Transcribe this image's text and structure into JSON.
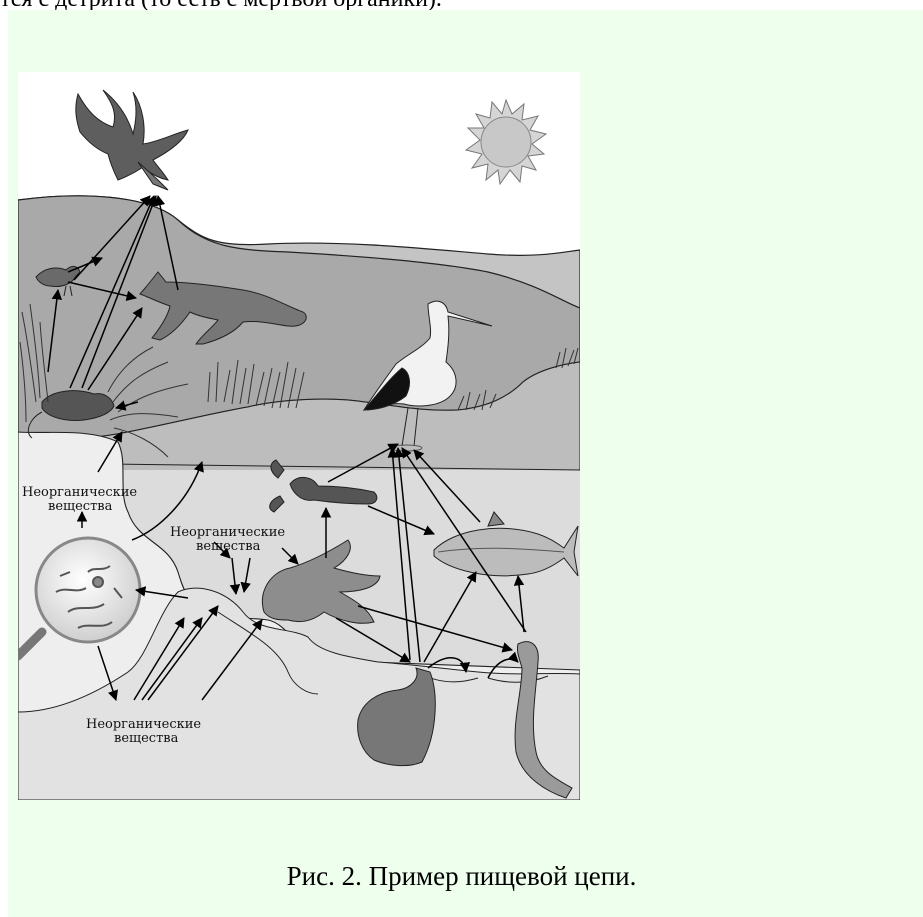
{
  "page": {
    "top_text": "тся с детрита (то есть с мертвой органики).",
    "caption": "Рис. 2. Пример пищевой цепи."
  },
  "diagram": {
    "labels": {
      "inorganic_1_line1": "Неорганические",
      "inorganic_1_line2": "вещества",
      "inorganic_2_line1": "Неорганические",
      "inorganic_2_line2": "вещества",
      "inorganic_3_line1": "Неорганические",
      "inorganic_3_line2": "вещества"
    },
    "organisms": [
      "eagle",
      "bird",
      "fox",
      "mouse",
      "stork",
      "crayfish",
      "fish",
      "algae",
      "clam",
      "worm",
      "bacteria",
      "sun"
    ]
  }
}
